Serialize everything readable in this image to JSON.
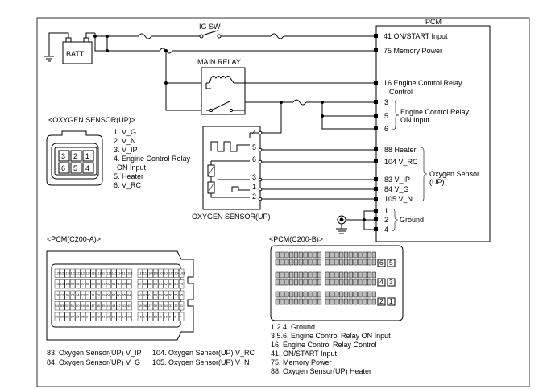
{
  "pcm": {
    "title": "PCM",
    "pins": [
      {
        "label": "41 ON/START Input"
      },
      {
        "label": "75 Memory Power"
      },
      {
        "label": "16 Engine Control Relay"
      },
      {
        "label": "Control"
      },
      {
        "label": "3"
      },
      {
        "label": "5"
      },
      {
        "label": "6"
      },
      {
        "label": "Engine Control Relay"
      },
      {
        "label": "ON Input"
      },
      {
        "label": "88 Heater"
      },
      {
        "label": "104 V_RC"
      },
      {
        "label": "83 V_IP"
      },
      {
        "label": "84 V_G"
      },
      {
        "label": "105 V_N"
      },
      {
        "label": "Oxygen Sensor"
      },
      {
        "label": "(UP)"
      },
      {
        "label": "1"
      },
      {
        "label": "2"
      },
      {
        "label": "4"
      },
      {
        "label": "Ground"
      }
    ]
  },
  "power": {
    "battery_label": "BATT.",
    "ig_sw_label": "IG SW",
    "main_relay_label": "MAIN RELAY"
  },
  "sensor": {
    "label": "OXYGEN SENSOR(UP)",
    "pins": [
      "4",
      "5",
      "6",
      "3",
      "1",
      "2"
    ]
  },
  "sensor_connector": {
    "title": "<OXYGEN SENSOR(UP)>",
    "cells": [
      "3",
      "2",
      "1",
      "6",
      "5",
      "4"
    ],
    "legend": [
      "1. V_G",
      "2. V_N",
      "3. V_IP",
      "4. Engine Control Relay",
      "ON Input",
      "5. Heater",
      "6. V_RC"
    ]
  },
  "connector_a": {
    "title": "<PCM(C200-A)>",
    "rows": [
      [
        "126",
        "125",
        "124",
        "123",
        "122",
        "121",
        "120",
        "119",
        "118",
        "117",
        "116",
        "115",
        "114",
        "113",
        "112",
        "111",
        "110",
        "109",
        "108",
        "107",
        "106",
        "105",
        "104",
        "103"
      ],
      [
        "102",
        "101",
        "100",
        "99",
        "98",
        "97",
        "96",
        "95",
        "94",
        "93",
        "92",
        "91",
        "90",
        "89",
        "88",
        "87",
        "86",
        "85",
        "84",
        "83",
        "82",
        "81",
        "80",
        "79"
      ],
      [
        "78",
        "77",
        "76",
        "75",
        "74",
        "73",
        "72",
        "71",
        "70",
        "69",
        "68",
        "67",
        "66",
        "65",
        "64",
        "63",
        "62",
        "61",
        "60",
        "59",
        "58",
        "57",
        "56",
        "55"
      ],
      [
        "54",
        "53",
        "52",
        "51",
        "50",
        "49",
        "48",
        "47",
        "46",
        "45",
        "44",
        "43",
        "42",
        "41",
        "40",
        "39",
        "38",
        "37",
        "36",
        "35",
        "34",
        "33",
        "32",
        "31"
      ],
      [
        "30",
        "29",
        "28",
        "27",
        "26",
        "25",
        "24",
        "23",
        "22",
        "21",
        "20",
        "19",
        "18",
        "17",
        "16",
        "15",
        "14",
        "13",
        "12",
        "11",
        "10",
        "9",
        "8",
        "7"
      ]
    ],
    "legend": [
      "83. Oxygen Sensor(UP) V_IP",
      "104. Oxygen Sensor(UP) V_RC",
      "84. Oxygen Sensor(UP) V_G",
      "105. Oxygen Sensor(UP) V_N"
    ]
  },
  "connector_b": {
    "title": "<PCM(C200-B)>",
    "side_pins": [
      "6",
      "5",
      "4",
      "3",
      "2",
      "1"
    ],
    "legend": [
      "1.2.4. Ground",
      "3.5.6. Engine Control Relay ON Input",
      "16. Engine Control Relay Control",
      "41. ON/START Input",
      "75. Memory Power",
      "88. Oxygen Sensor(UP) Heater"
    ]
  }
}
